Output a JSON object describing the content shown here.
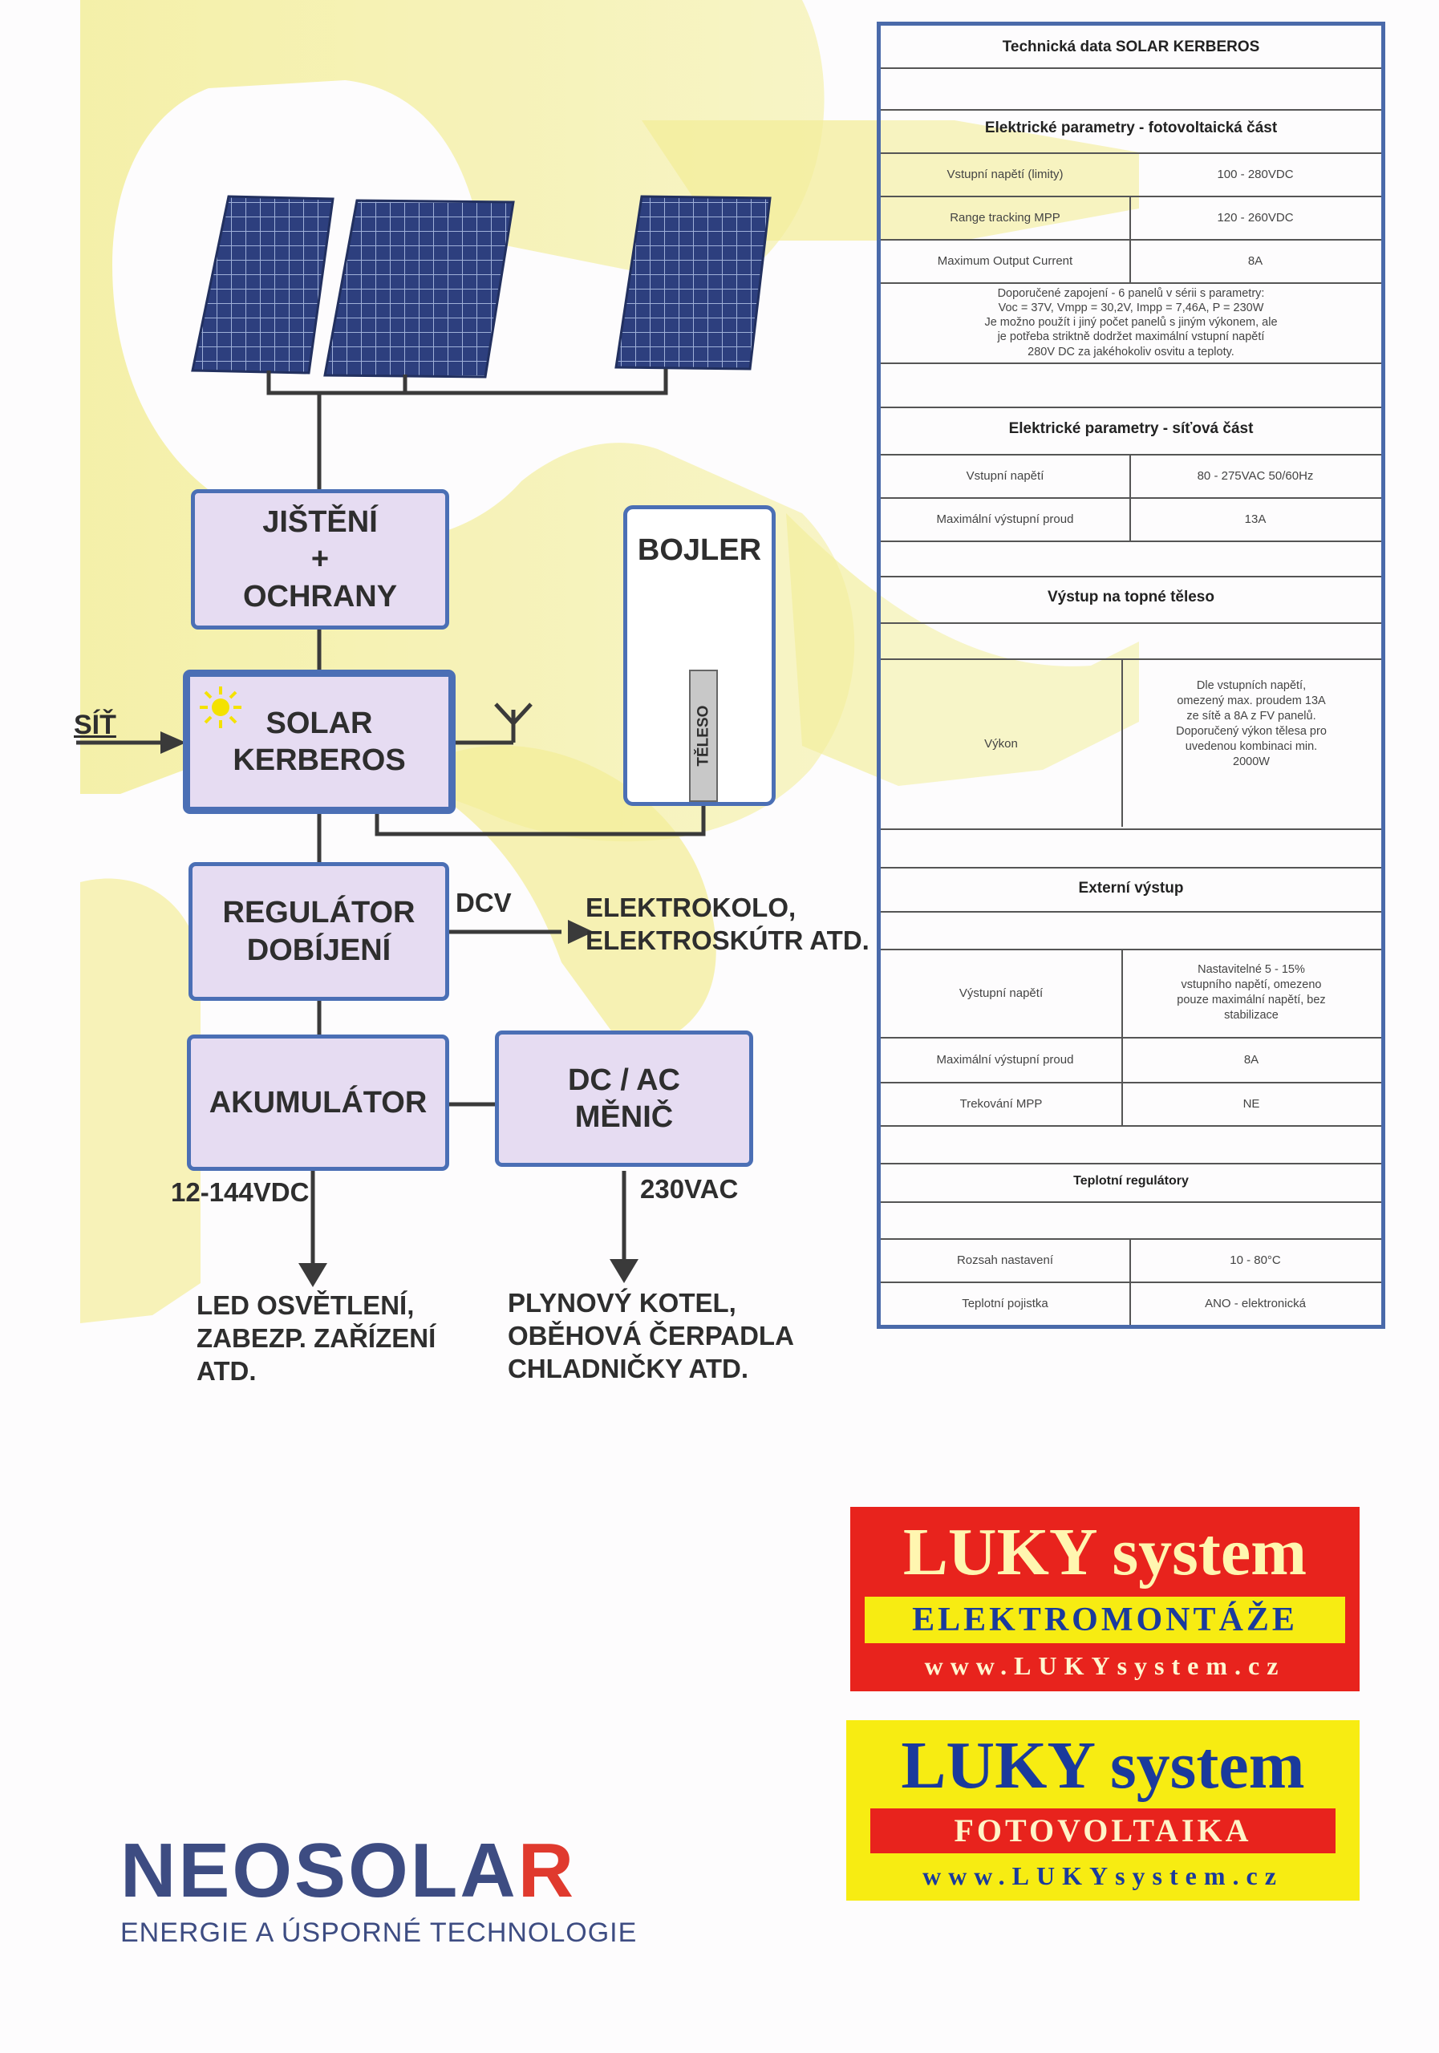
{
  "diagram": {
    "blocks": {
      "jisteni": [
        "JIŠTĚNÍ",
        "+",
        "OCHRANY"
      ],
      "solar": [
        "SOLAR",
        "KERBEROS"
      ],
      "bojler": "BOJLER",
      "teleso": "TĚLESO",
      "regulator": [
        "REGULÁTOR",
        "DOBÍJENÍ"
      ],
      "akumulator": "AKUMULÁTOR",
      "menic": [
        "DC / AC",
        "MĚNIČ"
      ]
    },
    "labels": {
      "sit": "SÍŤ",
      "dcv": "DCV",
      "elektrokolo": [
        "ELEKTROKOLO,",
        "ELEKTROSKÚTR ATD."
      ],
      "vdc": "12-144VDC",
      "vac": "230VAC",
      "led": [
        "LED OSVĚTLENÍ,",
        "ZABEZP. ZAŘÍZENÍ",
        "ATD."
      ],
      "plyn": [
        "PLYNOVÝ KOTEL,",
        "OBĚHOVÁ ČERPADLA",
        "CHLADNIČKY ATD."
      ]
    }
  },
  "table": {
    "title": "Technická data SOLAR KERBEROS",
    "fv": {
      "heading": "Elektrické parametry - fotovoltaická část",
      "rows": [
        {
          "label": "Vstupní napětí (limity)",
          "value": "100 - 280VDC"
        },
        {
          "label": "Range tracking MPP",
          "value": "120 - 260VDC"
        },
        {
          "label": "Maximum Output Current",
          "value": "8A"
        }
      ],
      "note": [
        "Doporučené zapojení - 6 panelů v sérii s parametry:",
        "Voc = 37V, Vmpp = 30,2V, Impp = 7,46A, P = 230W",
        "Je možno použít i jiný počet panelů s jiným výkonem, ale",
        "je potřeba striktně dodržet maximální vstupní napětí",
        "280V DC za jakéhokoliv osvitu a teploty."
      ]
    },
    "grid": {
      "heading": "Elektrické parametry - síťová část",
      "rows": [
        {
          "label": "Vstupní napětí",
          "value": "80 - 275VAC 50/60Hz"
        },
        {
          "label": "Maximální výstupní proud",
          "value": "13A"
        }
      ]
    },
    "heater": {
      "heading": "Výstup na topné těleso",
      "label": "Výkon",
      "value": [
        "Dle vstupních napětí,",
        "omezený max. proudem 13A",
        "ze sítě a 8A z FV panelů.",
        "Doporučený výkon tělesa pro",
        "uvedenou kombinaci min.",
        "2000W"
      ]
    },
    "ext": {
      "heading": "Externí výstup",
      "rows": [
        {
          "label": "Výstupní napětí",
          "value": [
            "Nastavitelné 5 - 15%",
            "vstupního napětí, omezeno",
            "pouze maximální napětí, bez",
            "stabilizace"
          ]
        },
        {
          "label": "Maximální výstupní proud",
          "value": "8A"
        },
        {
          "label": "Trekování MPP",
          "value": "NE"
        }
      ]
    },
    "temp": {
      "heading": "Teplotní regulátory",
      "rows": [
        {
          "label": "Rozsah nastavení",
          "value": "10 - 80°C"
        },
        {
          "label": "Teplotní pojistka",
          "value": "ANO - elektronická"
        }
      ]
    }
  },
  "logos": {
    "luky1": {
      "name": "LUKY system",
      "band": "ELEKTROMONTÁŽE",
      "url": "www.LUKYsystem.cz"
    },
    "luky2": {
      "name": "LUKY system",
      "band": "FOTOVOLTAIKA",
      "url": "www.LUKYsystem.cz"
    },
    "neosolar": {
      "brand_main": "NEOSOLA",
      "brand_r": "R",
      "tagline": "ENERGIE A ÚSPORNÉ TECHNOLOGIE"
    }
  },
  "colors": {
    "block_fill": "#e6dcf2",
    "block_border": "#4b6fb5",
    "table_border": "#4a6aaa",
    "background_shape": "#f5f0a5",
    "luky_red": "#e8231d",
    "luky_yellow": "#f7ec12",
    "luky_blue": "#1a3a9c",
    "neosolar_blue": "#3d4c82",
    "neosolar_red": "#e03a2e"
  }
}
